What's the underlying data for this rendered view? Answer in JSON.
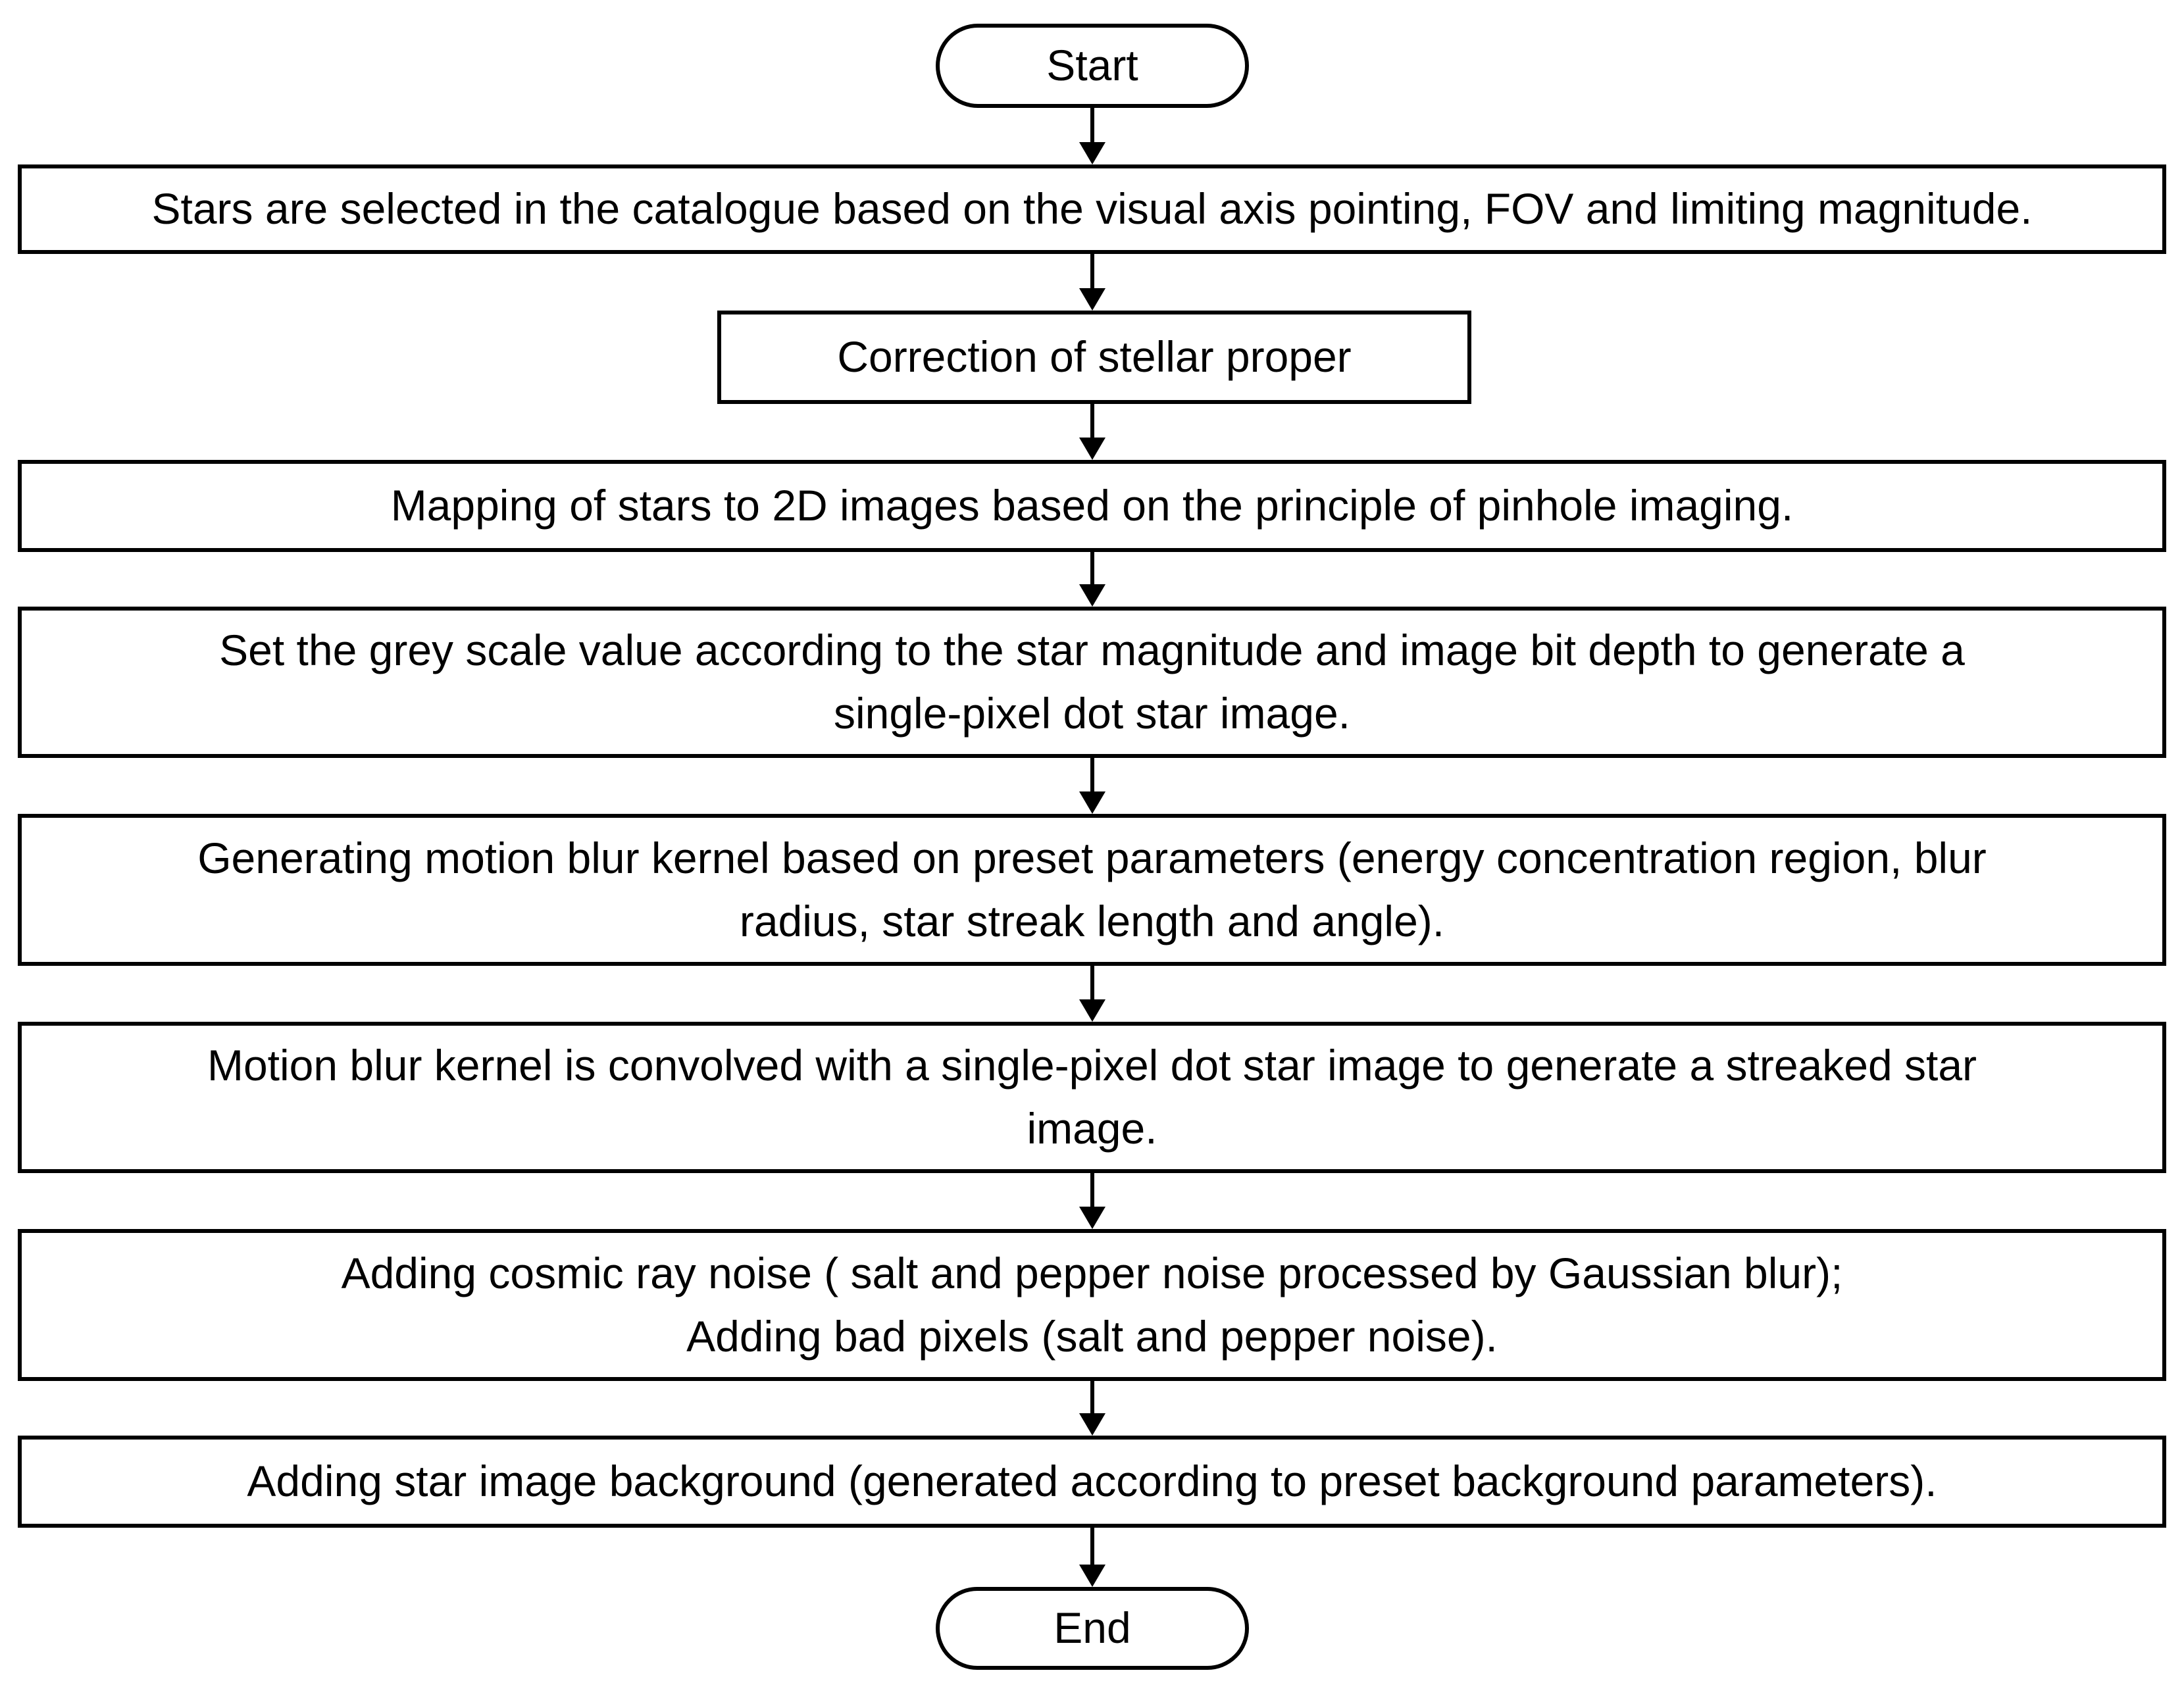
{
  "terminals": {
    "start": "Start",
    "end": "End"
  },
  "steps": [
    "Stars are selected in the catalogue based on the visual axis pointing, FOV and limiting magnitude.",
    "Correction of stellar proper",
    "Mapping of stars to 2D images based on the principle of pinhole imaging.",
    "Set the grey scale value according to the star magnitude and image bit depth to generate a\nsingle-pixel dot star image.",
    "Generating motion blur kernel based on preset parameters (energy concentration region, blur\nradius, star streak length and angle).",
    "Motion blur kernel is convolved with a single-pixel dot star image to generate a streaked star\nimage.",
    "Adding cosmic ray noise ( salt and pepper noise processed by Gaussian blur);\nAdding bad pixels (salt and pepper noise).",
    "Adding star image background (generated according to preset background parameters)."
  ]
}
